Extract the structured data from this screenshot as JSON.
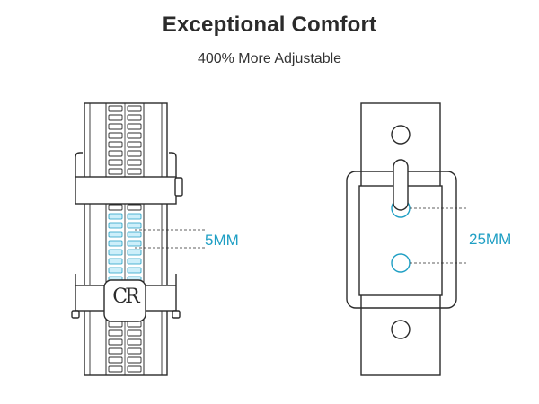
{
  "header": {
    "title": "Exceptional Comfort",
    "subtitle": "400% More Adjustable"
  },
  "left_diagram": {
    "measure_label": "5MM",
    "buckle_logo": "CR"
  },
  "right_diagram": {
    "measure_label": "25MM"
  },
  "colors": {
    "accent": "#1f9fc4",
    "line": "#2b2b2b",
    "highlight_slot": "#cdeffa"
  }
}
